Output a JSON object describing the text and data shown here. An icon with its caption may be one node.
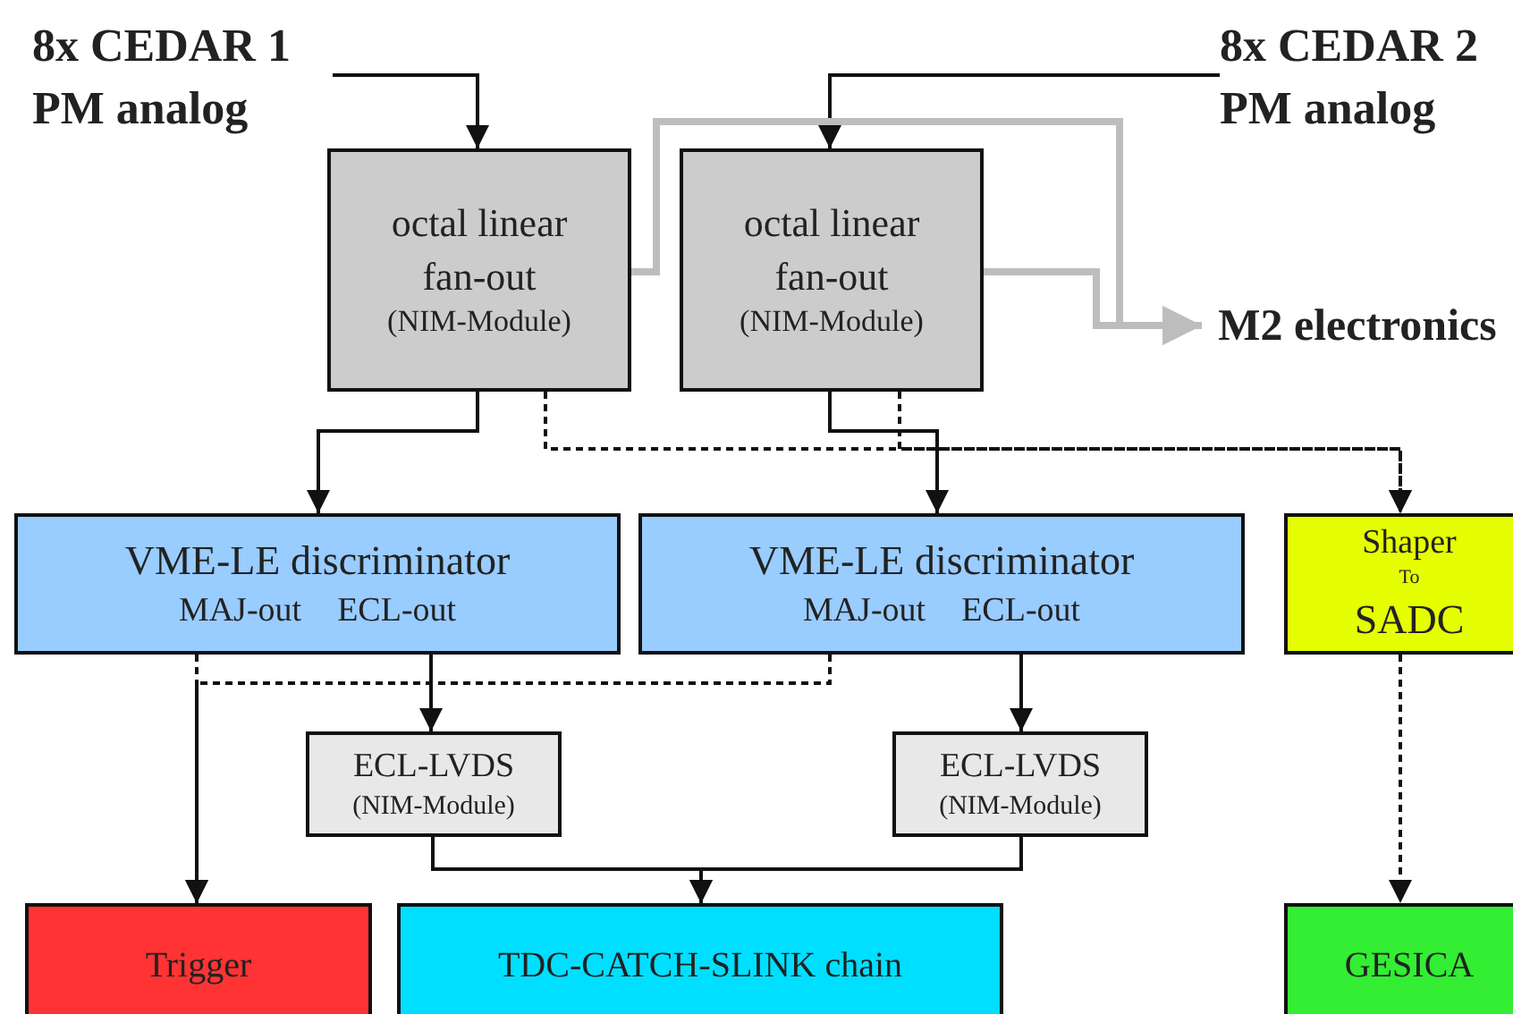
{
  "diagram": {
    "nodes": [
      {
        "text": [
          "8x CEDAR 1 PM analog"
        ]
      },
      {
        "text": [
          "8x CEDAR 2 PM analog"
        ]
      },
      {
        "text": [
          "octal linear fan-out",
          "(NIM-Module)"
        ]
      },
      {
        "text": [
          "octal linear fan-out",
          "(NIM-Module)"
        ]
      },
      {
        "text": [
          "M2 electronics"
        ]
      },
      {
        "text": [
          "VME-LE discriminator",
          "MAJ-out",
          "ECL-out"
        ]
      },
      {
        "text": [
          "VME-LE discriminator",
          "MAJ-out",
          "ECL-out"
        ]
      },
      {
        "text": [
          "Shaper",
          "To",
          "SADC"
        ]
      },
      {
        "text": [
          "ECL-LVDS",
          "(NIM-Module)"
        ]
      },
      {
        "text": [
          "ECL-LVDS",
          "(NIM-Module)"
        ]
      },
      {
        "text": [
          "Trigger"
        ]
      },
      {
        "text": [
          "TDC-CATCH-SLINK chain"
        ]
      },
      {
        "text": [
          "GESICA"
        ]
      }
    ],
    "edges": [
      {
        "from": 0,
        "to": 2,
        "arrow": "to"
      },
      {
        "from": 1,
        "to": 3,
        "arrow": "to"
      },
      {
        "from": 2,
        "to": 4,
        "arrow": "to",
        "style": "thick",
        "color": "#bdbdbd"
      },
      {
        "from": 3,
        "to": 4,
        "arrow": "to",
        "style": "thick",
        "color": "#bdbdbd"
      },
      {
        "from": 2,
        "to": 5,
        "arrow": "to"
      },
      {
        "from": 3,
        "to": 6,
        "arrow": "to"
      },
      {
        "from": 2,
        "to": 7,
        "arrow": "to",
        "style": "dashed"
      },
      {
        "from": 3,
        "to": 7,
        "arrow": "to",
        "style": "dashed"
      },
      {
        "from": 5,
        "to": 8,
        "arrow": "to"
      },
      {
        "from": 6,
        "to": 9,
        "arrow": "to"
      },
      {
        "from": 5,
        "to": 10,
        "arrow": "to",
        "style": "dashed"
      },
      {
        "from": 6,
        "to": 10,
        "arrow": "to",
        "style": "dashed"
      },
      {
        "from": 8,
        "to": 11,
        "arrow": "to"
      },
      {
        "from": 9,
        "to": 11,
        "arrow": "to"
      },
      {
        "from": 7,
        "to": 12,
        "arrow": "to",
        "style": "dashed"
      }
    ]
  }
}
